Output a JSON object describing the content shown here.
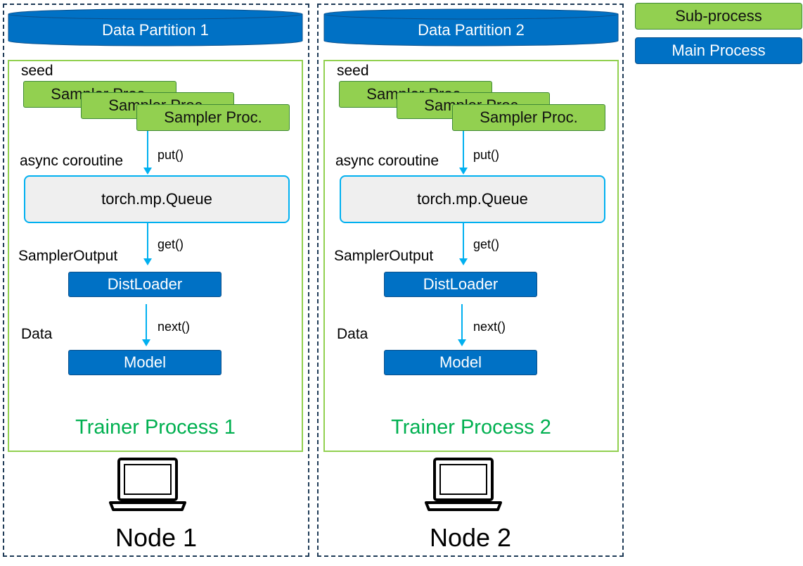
{
  "legend": {
    "subprocess": "Sub-process",
    "main_process": "Main Process"
  },
  "colors": {
    "subprocess": "#92d050",
    "main_process": "#0071c5",
    "queue_border": "#00b0f0",
    "trainer_border": "#92d050",
    "trainer_title": "#00b050",
    "node_border": "#1f3b57"
  },
  "nodes": [
    {
      "partition": "Data Partition 1",
      "seed": "seed",
      "samplers": [
        "Sampler Proc.",
        "Sampler Proc.",
        "Sampler Proc."
      ],
      "async_label": "async coroutine",
      "put": "put()",
      "queue": "torch.mp.Queue",
      "get": "get()",
      "sampler_output": "SamplerOutput",
      "distloader": "DistLoader",
      "next": "next()",
      "data": "Data",
      "model": "Model",
      "trainer": "Trainer Process 1",
      "computer_icon": "laptop-icon",
      "node": "Node 1"
    },
    {
      "partition": "Data Partition 2",
      "seed": "seed",
      "samplers": [
        "Sampler Proc.",
        "Sampler Proc.",
        "Sampler Proc."
      ],
      "async_label": "async coroutine",
      "put": "put()",
      "queue": "torch.mp.Queue",
      "get": "get()",
      "sampler_output": "SamplerOutput",
      "distloader": "DistLoader",
      "next": "next()",
      "data": "Data",
      "model": "Model",
      "trainer": "Trainer Process 2",
      "computer_icon": "laptop-icon",
      "node": "Node 2"
    }
  ]
}
